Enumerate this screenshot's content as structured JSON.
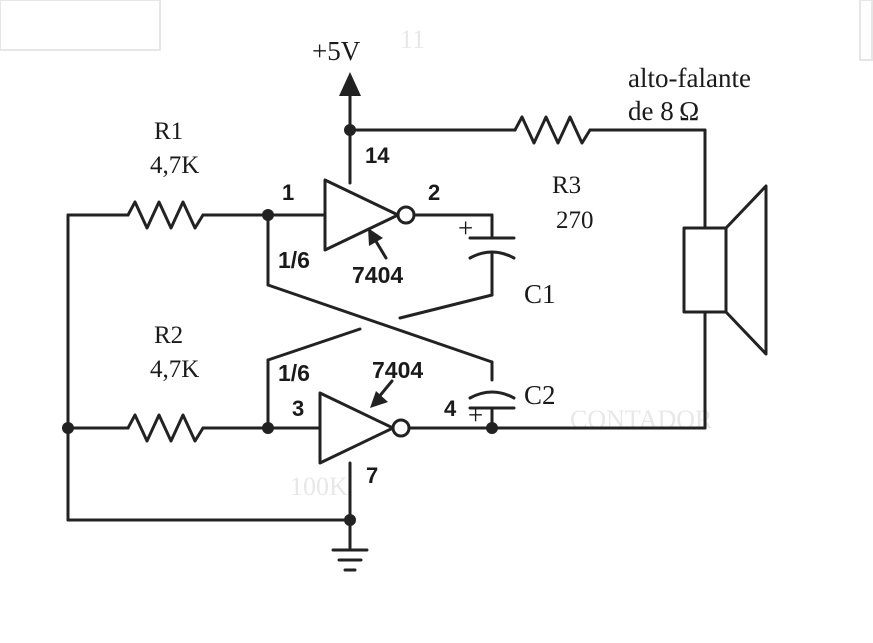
{
  "supply": {
    "label": "+5V"
  },
  "speaker": {
    "line1": "alto-falante",
    "line2": "de 8 Ω"
  },
  "r1": {
    "name": "R1",
    "value": "4,7K"
  },
  "r2": {
    "name": "R2",
    "value": "4,7K"
  },
  "r3": {
    "name": "R3",
    "value": "270"
  },
  "c1": {
    "name": "C1",
    "polarity": "+"
  },
  "c2": {
    "name": "C2",
    "polarity": "+"
  },
  "gate_top": {
    "ic": "7404",
    "fraction": "1/6",
    "pin_in": "1",
    "pin_out": "2",
    "pin_vcc": "14"
  },
  "gate_bottom": {
    "ic": "7404",
    "fraction": "1/6",
    "pin_in": "3",
    "pin_out": "4",
    "pin_gnd": "7"
  },
  "background_bleed": [
    "CONTADOR",
    "11",
    "100K"
  ]
}
